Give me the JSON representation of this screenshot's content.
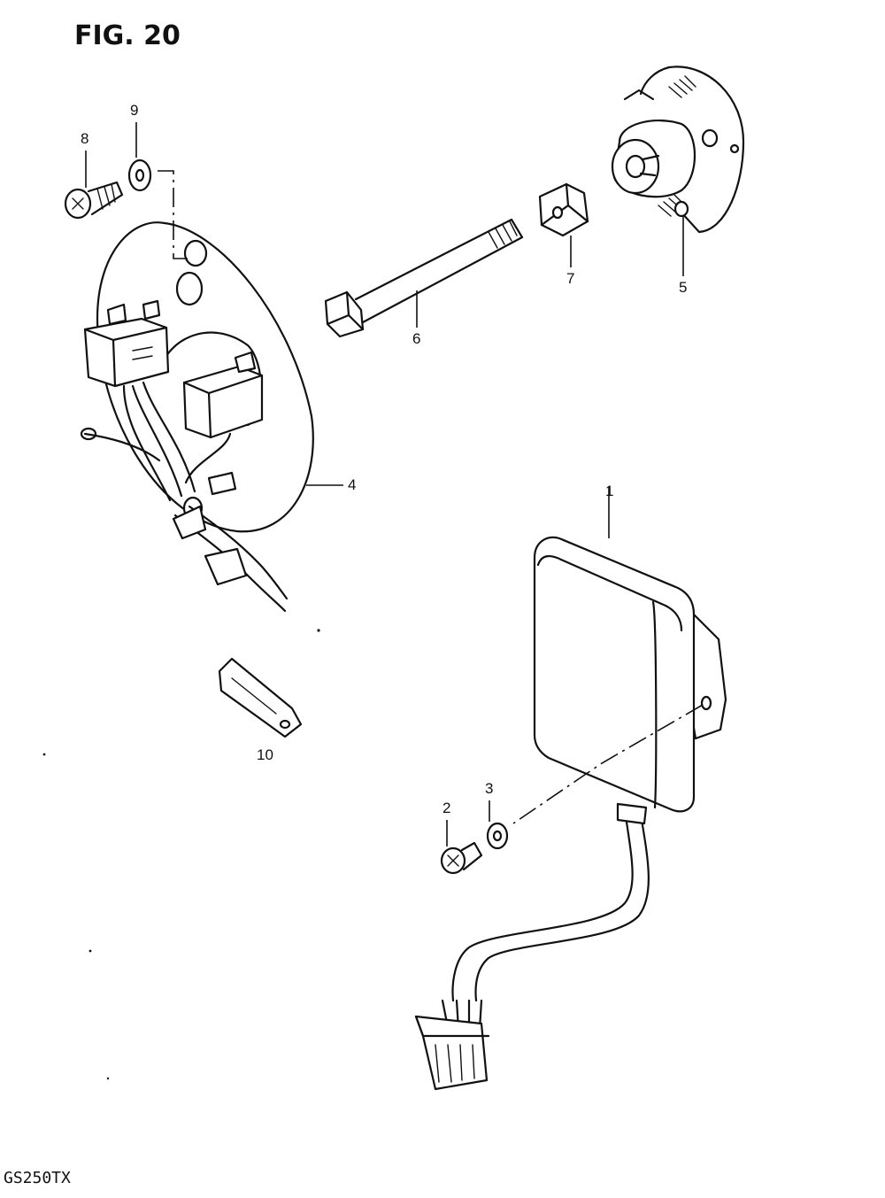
{
  "figure": {
    "title": "FIG. 20",
    "model_code": "GS250TX"
  },
  "callouts": {
    "c1": "1",
    "c2": "2",
    "c3": "3",
    "c4": "4",
    "c5": "5",
    "c6": "6",
    "c7": "7",
    "c8": "8",
    "c9": "9",
    "c10": "10"
  }
}
